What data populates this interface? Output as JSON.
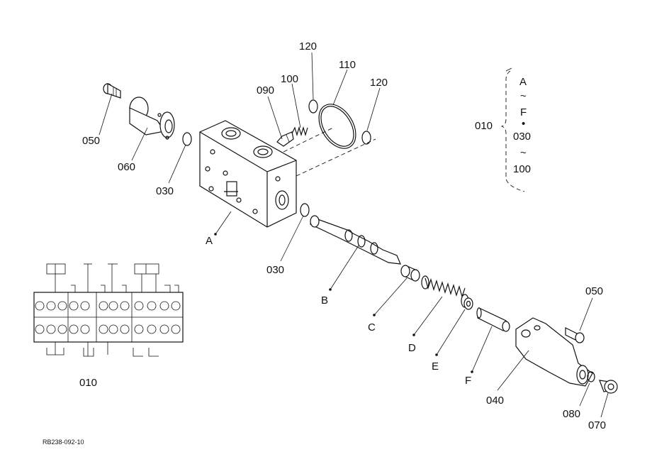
{
  "callouts": {
    "c120a": "120",
    "c110": "110",
    "c120b": "120",
    "c100": "100",
    "c090": "090",
    "c050a": "050",
    "c060": "060",
    "c030a": "030",
    "c030b": "030",
    "cA": "A",
    "cB": "B",
    "cC": "C",
    "cD": "D",
    "cE": "E",
    "cF": "F",
    "c040": "040",
    "c050b": "050",
    "c080": "080",
    "c070": "070",
    "c010": "010"
  },
  "set_legend": {
    "number": "010",
    "items": [
      "A",
      "~",
      "F",
      "•",
      "030",
      "~",
      "100"
    ]
  },
  "drawing_code": "RB238-092-10"
}
